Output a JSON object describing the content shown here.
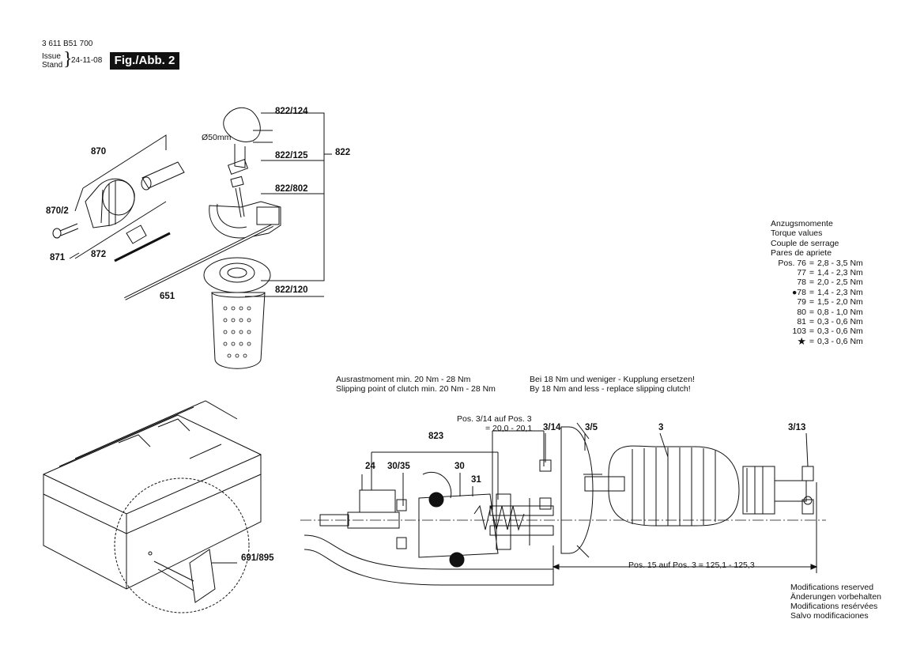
{
  "header": {
    "part_code": "3 611 B51 700",
    "issue_label": "Issue",
    "stand_label": "Stand",
    "date": "24-11-08",
    "figure_label": "Fig./Abb. 2"
  },
  "parts_top": {
    "p822_124": "822/124",
    "diameter": "Ø50mm",
    "p822_125": "822/125",
    "p822": "822",
    "p822_802": "822/802",
    "p870": "870",
    "p870_2": "870/2",
    "p871": "871",
    "p872": "872",
    "p651": "651",
    "p822_120": "822/120"
  },
  "torque": {
    "titles": [
      "Anzugsmomente",
      "Torque values",
      "Couple de serrage",
      "Pares de apriete"
    ],
    "rows": [
      {
        "pos": "Pos. 76",
        "val": "2,8 - 3,5 Nm"
      },
      {
        "pos": "77",
        "val": "1,4 - 2,3 Nm"
      },
      {
        "pos": "78",
        "val": "2,0 - 2,5 Nm"
      },
      {
        "pos": "●78",
        "val": "1,4 - 2,3 Nm"
      },
      {
        "pos": "79",
        "val": "1,5 - 2,0 Nm"
      },
      {
        "pos": "80",
        "val": "0,8 - 1,0 Nm"
      },
      {
        "pos": "81",
        "val": "0,3 - 0,6 Nm"
      },
      {
        "pos": "103",
        "val": "0,3 - 0,6 Nm"
      },
      {
        "pos": "★",
        "val": "0,3 - 0,6 Nm"
      }
    ]
  },
  "clutch_notes": {
    "de_line1": "Ausrastmoment min. 20 Nm - 28 Nm",
    "en_line1": "Slipping point of clutch min. 20 Nm - 28 Nm",
    "de_line2": "Bei 18 Nm und weniger - Kupplung ersetzen!",
    "en_line2": "By 18 Nm and less - replace slipping clutch!"
  },
  "section": {
    "pos_3_14_label": "Pos. 3/14 auf Pos. 3",
    "pos_3_14_value": "= 20,0 - 20,1",
    "p823": "823",
    "p3_14": "3/14",
    "p3_5": "3/5",
    "p3": "3",
    "p3_13": "3/13",
    "p24": "24",
    "p30_35": "30/35",
    "p30": "30",
    "p31": "31",
    "pos_15_label": "Pos. 15 auf Pos. 3 = 125,1 - 125,3"
  },
  "case": {
    "p691_895": "691/895"
  },
  "modifications": [
    "Modifications reserved",
    "Änderungen vorbehalten",
    "Modifications resérvées",
    "Salvo modificaciones"
  ]
}
